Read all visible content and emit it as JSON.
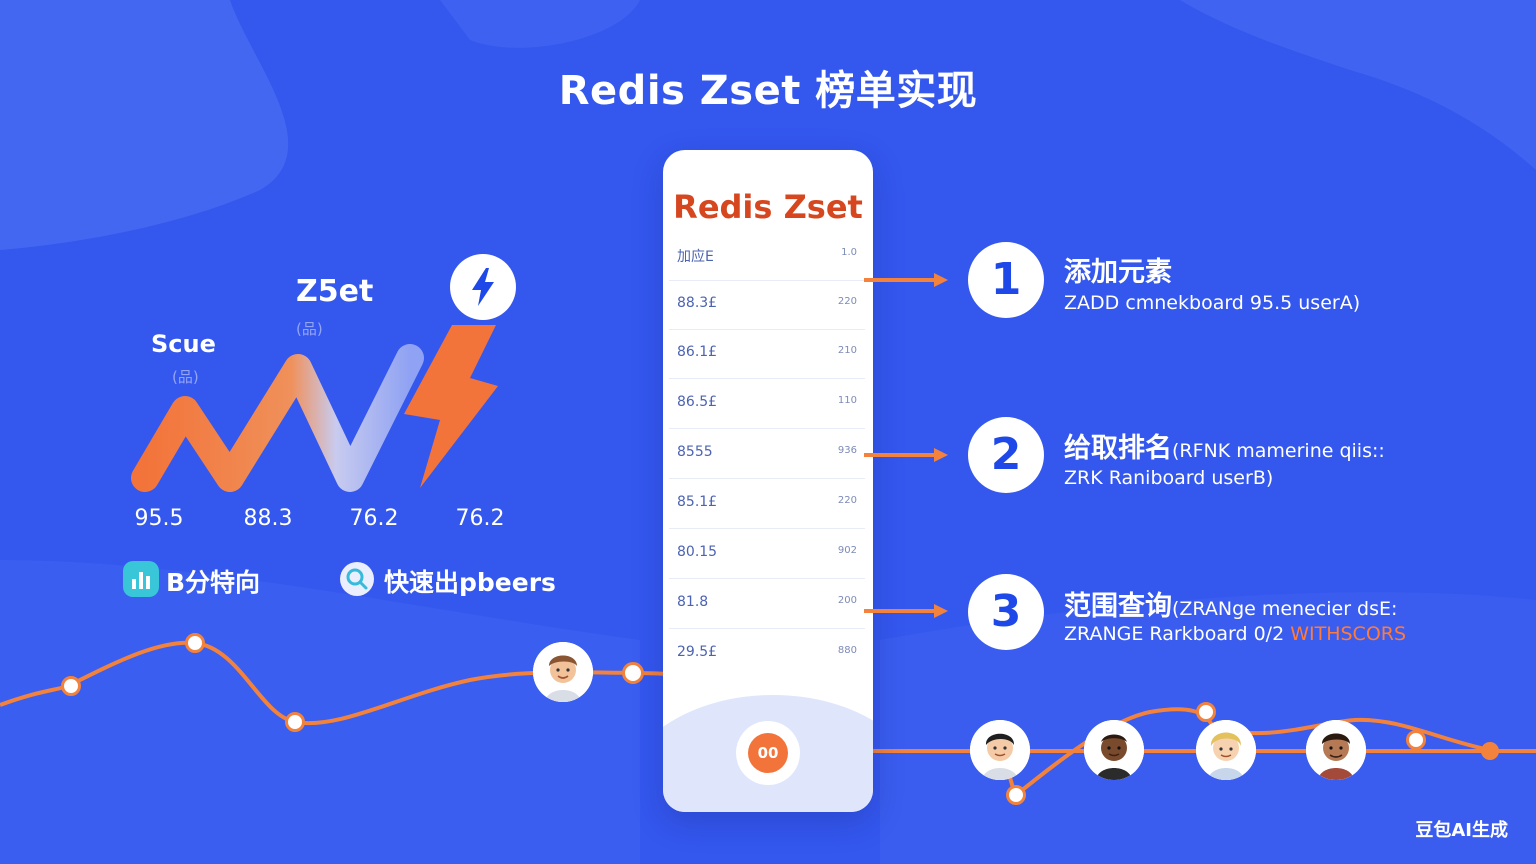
{
  "header": {
    "title": "Redis Zset 榜单实现"
  },
  "left_chart": {
    "title": "Z5et",
    "title_sub": "(品)",
    "score_label": "Scue",
    "score_sub": "(品)",
    "values": [
      "95.5",
      "88.3",
      "76.2",
      "76.2"
    ]
  },
  "features": [
    {
      "label": "B分特向",
      "icon": "chart-badge-icon"
    },
    {
      "label": "快速出pbeers",
      "icon": "search-badge-icon"
    }
  ],
  "card": {
    "title": "Redis Zset",
    "rows": [
      {
        "member": "加应E",
        "score": "1.0"
      },
      {
        "member": "88.3£",
        "score": "220"
      },
      {
        "member": "86.1£",
        "score": "210"
      },
      {
        "member": "86.5£",
        "score": "110"
      },
      {
        "member": "8555",
        "score": "936"
      },
      {
        "member": "85.1£",
        "score": "220"
      },
      {
        "member": "80.15",
        "score": "902"
      },
      {
        "member": "81.8",
        "score": "200"
      },
      {
        "member": "29.5£",
        "score": "880"
      }
    ]
  },
  "steps": [
    {
      "num": "1",
      "title": "添加元素",
      "suffix": "",
      "cmd": "ZADD cmnekboard 95.5 userA)",
      "cmd_accent": ""
    },
    {
      "num": "2",
      "title": "给取排名",
      "suffix": "(RFNK mamerine qiis::",
      "cmd": "ZRK Raniboard userB)",
      "cmd_accent": ""
    },
    {
      "num": "3",
      "title": "范围查询",
      "suffix": "(ZRANge menecier dsE:",
      "cmd": "ZRANGE Rarkboard 0/2 ",
      "cmd_accent": "WITHSCORS"
    }
  ],
  "timeline": {
    "center_label": "00"
  },
  "watermark": "豆包AI生成",
  "colors": {
    "background": "#3457ee",
    "accent": "#f2743a",
    "card_title": "#d6471f",
    "step_number": "#1e48e8"
  }
}
